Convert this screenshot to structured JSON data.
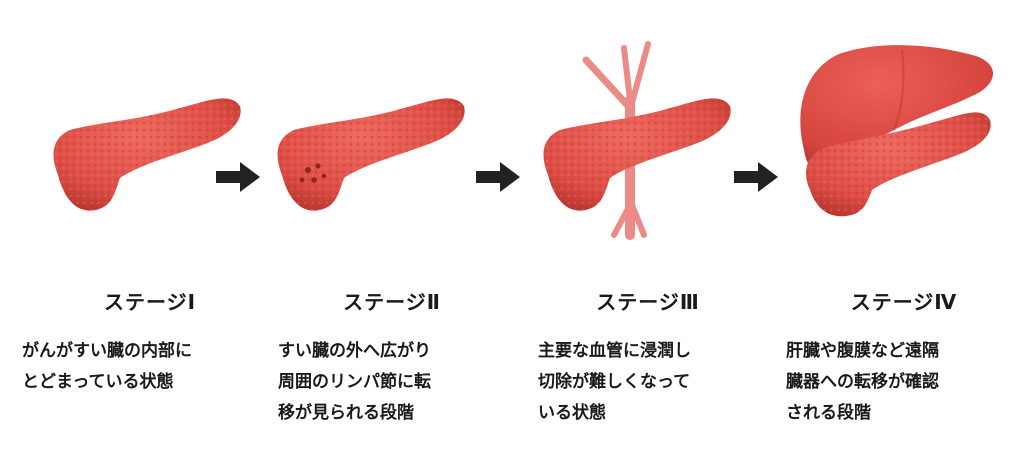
{
  "stages": [
    {
      "title": "ステージⅠ",
      "lines": [
        "がんがすい臓の内部に",
        "とどまっている状態"
      ]
    },
    {
      "title": "ステージⅡ",
      "lines": [
        "すい臓の外へ広がり",
        "周囲のリンパ節に転",
        "移が見られる段階"
      ]
    },
    {
      "title": "ステージⅢ",
      "lines": [
        "主要な血管に浸潤し",
        "切除が難しくなって",
        "いる状態"
      ]
    },
    {
      "title": "ステージⅣ",
      "lines": [
        "肝臓や腹膜など遠隔",
        "臓器への転移が確認",
        "される段階"
      ]
    }
  ],
  "colors": {
    "pancreas": "#e0524a",
    "pancreas_dark": "#b8362f",
    "vessel": "#ec8a86",
    "liver": "#dc4a44",
    "arrow": "#222222",
    "text": "#1a1a1a"
  }
}
